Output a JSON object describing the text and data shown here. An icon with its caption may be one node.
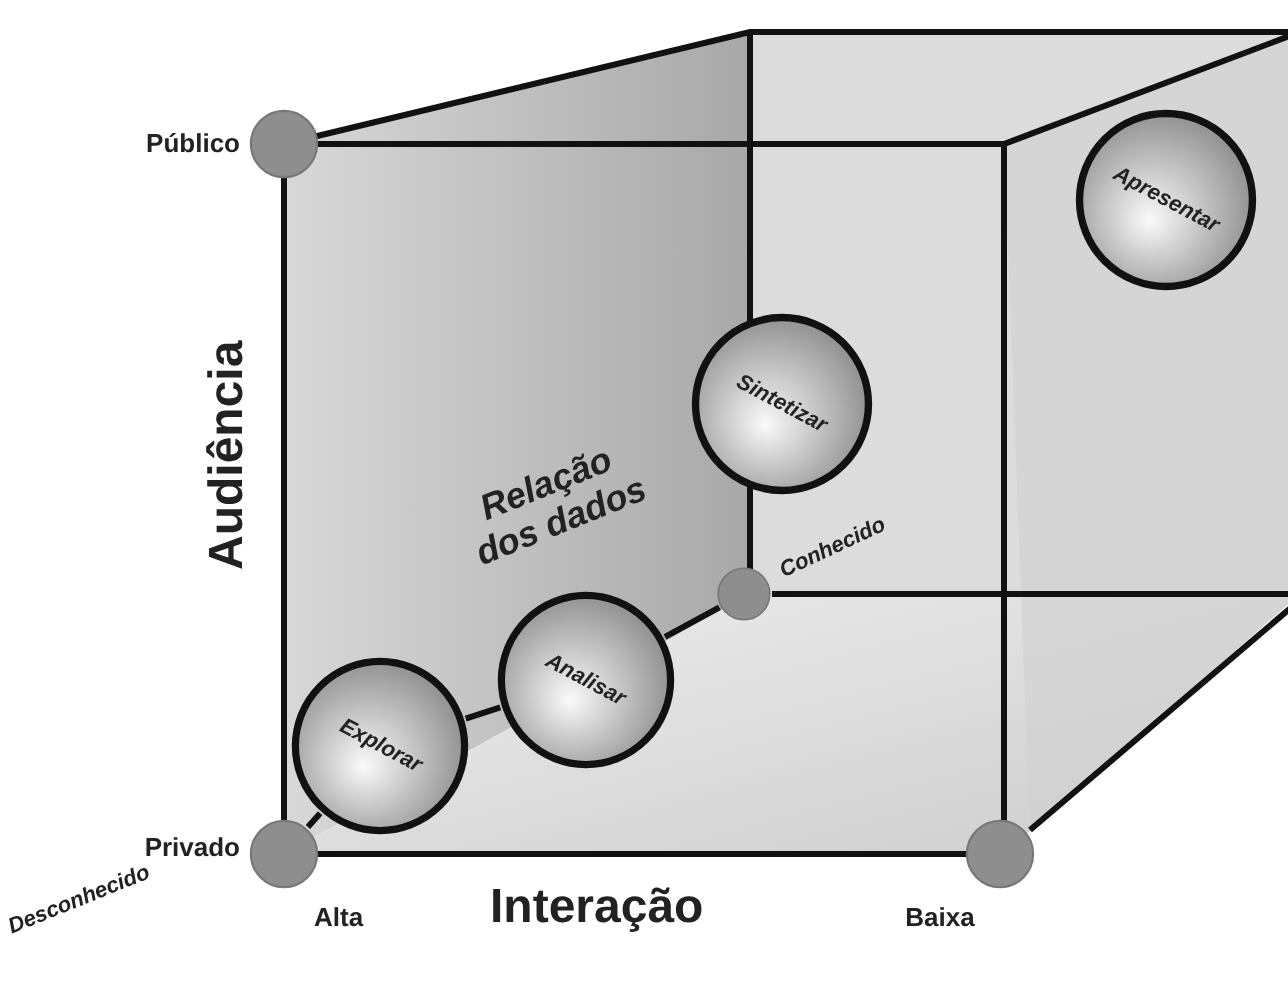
{
  "diagram": {
    "nodes": [
      {
        "text": [],
        "shape": "circle",
        "beside": [
          "Público"
        ]
      },
      {
        "text": [
          "Apresentar"
        ]
      },
      {
        "text": [
          "Sintetizar"
        ]
      },
      {
        "text": [],
        "shape": "circle",
        "beside": [
          "Conhecido"
        ]
      },
      {
        "text": [
          "Analisar"
        ]
      },
      {
        "text": [
          "Explorar"
        ]
      },
      {
        "text": [],
        "shape": "circle",
        "beside": [
          "Privado"
        ]
      },
      {
        "text": [],
        "shape": "circle",
        "beside": [
          "Baixa"
        ]
      }
    ],
    "edges": [
      {
        "from": 6,
        "to": 5,
        "arrow": "none"
      },
      {
        "from": 5,
        "to": 4,
        "arrow": "none"
      },
      {
        "from": 4,
        "to": 3,
        "arrow": "none"
      }
    ],
    "labels": [
      "Audiência",
      "Relação dos dados",
      "Desconhecido",
      "Alta",
      "Interação"
    ]
  }
}
